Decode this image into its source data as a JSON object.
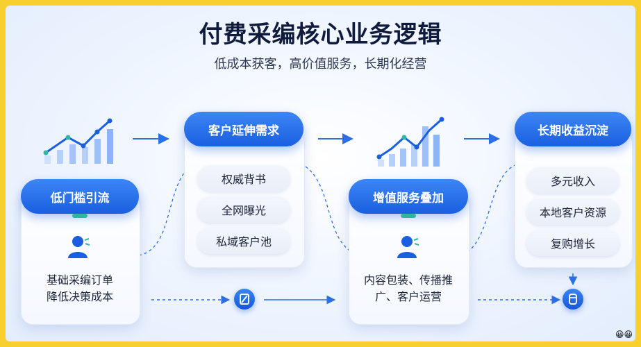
{
  "title": "付费采编核心业务逻辑",
  "subtitle": "低成本获客，高价值服务，长期化经营",
  "stages": [
    {
      "label": "低门槛引流",
      "description": [
        "基础采编订单",
        "降低决策成本"
      ]
    },
    {
      "label": "客户延伸需求",
      "items": [
        "权威背书",
        "全网曝光",
        "私域客户池"
      ]
    },
    {
      "label": "增值服务叠加",
      "description": [
        "内容包装、传播推",
        "广、客户运营"
      ]
    },
    {
      "label": "长期收益沉淀",
      "items": [
        "多元收入",
        "本地客户资源",
        "复购增长"
      ]
    }
  ],
  "colors": {
    "accent": "#1a5fe0",
    "teal": "#2fb5a0",
    "frame": "#f7cf2e"
  },
  "icons": [
    "growth-chart-icon",
    "person-icon",
    "document-icon",
    "database-icon",
    "arrow-right-icon"
  ]
}
